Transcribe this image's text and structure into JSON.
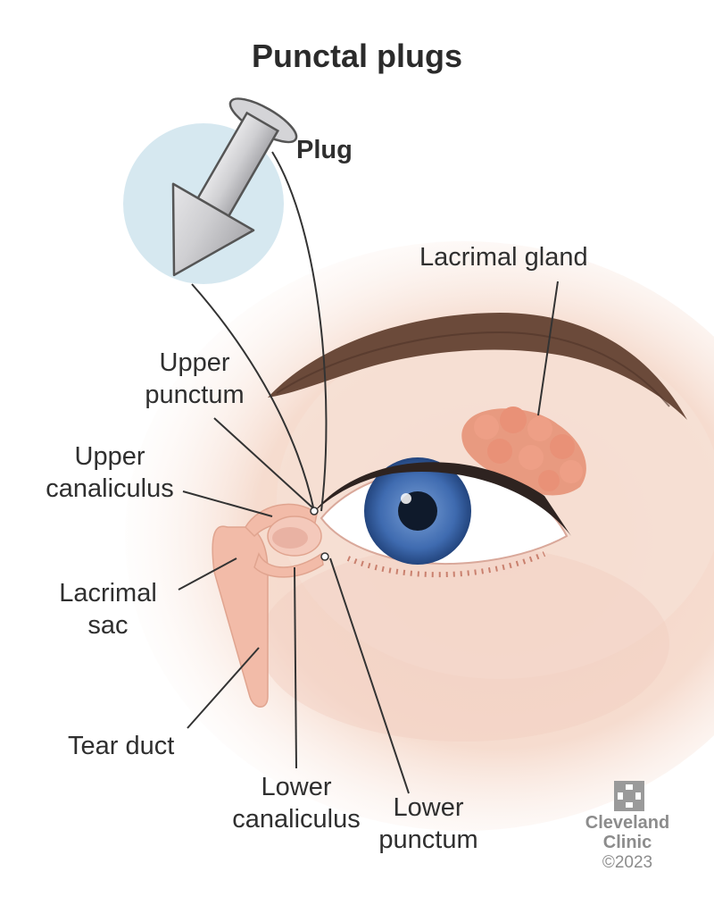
{
  "title": "Punctal plugs",
  "labels": {
    "plug": "Plug",
    "lacrimal_gland": "Lacrimal gland",
    "upper_punctum": [
      "Upper",
      "punctum"
    ],
    "upper_canaliculus": [
      "Upper",
      "canaliculus"
    ],
    "lacrimal_sac": [
      "Lacrimal",
      "sac"
    ],
    "tear_duct": "Tear duct",
    "lower_canaliculus": [
      "Lower",
      "canaliculus"
    ],
    "lower_punctum": [
      "Lower",
      "punctum"
    ]
  },
  "logo": {
    "name_line1": "Cleveland",
    "name_line2": "Clinic",
    "copyright": "©2023"
  },
  "colors": {
    "skin": "#f6d8cc",
    "brow": "#6b4a3a",
    "iris": "#3f6bb0",
    "gland": "#e89a80",
    "duct": "#f2bba8",
    "plug_bubble": "#d6e8f0",
    "plug": "#c9c9cc",
    "leader": "#333333"
  }
}
